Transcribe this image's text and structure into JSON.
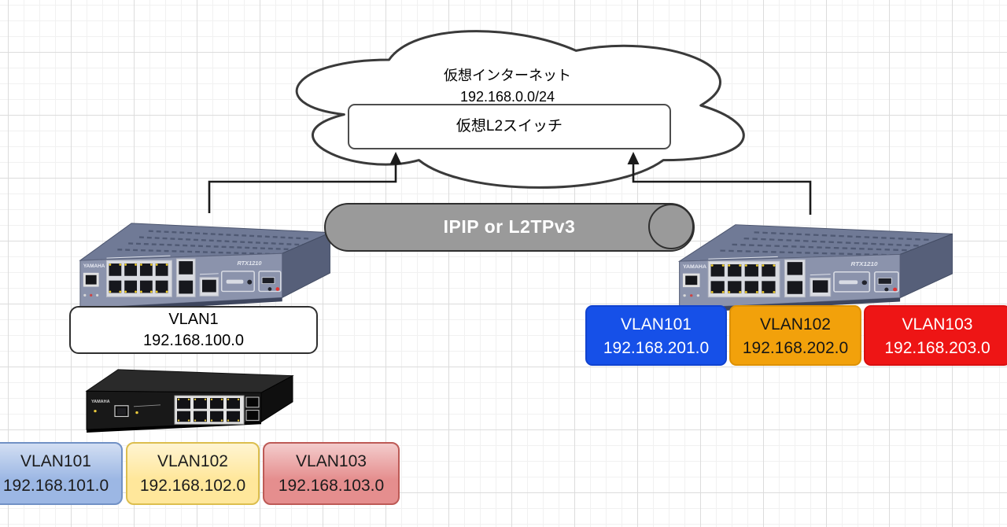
{
  "cloud": {
    "title": "仮想インターネット",
    "subnet": "192.168.0.0/24",
    "l2_switch": "仮想L2スイッチ"
  },
  "tunnel": {
    "label": "IPIP or L2TPv3",
    "fill": "#9a9a9a",
    "border": "#2f2f2f",
    "text_color": "#ffffff"
  },
  "devices": {
    "router_left": {
      "brand": "YAMAHA",
      "model": "RTX1210"
    },
    "router_right": {
      "brand": "YAMAHA",
      "model": "RTX1210"
    },
    "switch_left": {
      "brand": "YAMAHA"
    }
  },
  "vlan1": {
    "name": "VLAN1",
    "network": "192.168.100.0",
    "fill": "#ffffff",
    "border": "#2f2f2f",
    "text_color": "#000000"
  },
  "left_vlans": [
    {
      "name": "VLAN101",
      "network": "192.168.101.0",
      "fill": "#9cb7e4",
      "border": "#7191c5",
      "text_color": "#1c1c1c"
    },
    {
      "name": "VLAN102",
      "network": "192.168.102.0",
      "fill": "#ffe79b",
      "border": "#dcbe4e",
      "text_color": "#1c1c1c"
    },
    {
      "name": "VLAN103",
      "network": "192.168.103.0",
      "fill": "#e58e8e",
      "border": "#bd5a56",
      "text_color": "#1c1c1c"
    }
  ],
  "right_vlans": [
    {
      "name": "VLAN101",
      "network": "192.168.201.0",
      "fill": "#1650e8",
      "border": "#1143cf",
      "text_color": "#ffffff"
    },
    {
      "name": "VLAN102",
      "network": "192.168.202.0",
      "fill": "#f2a10b",
      "border": "#dd9104",
      "text_color": "#161616"
    },
    {
      "name": "VLAN103",
      "network": "192.168.203.0",
      "fill": "#ee1515",
      "border": "#d81010",
      "text_color": "#ffffff"
    }
  ]
}
